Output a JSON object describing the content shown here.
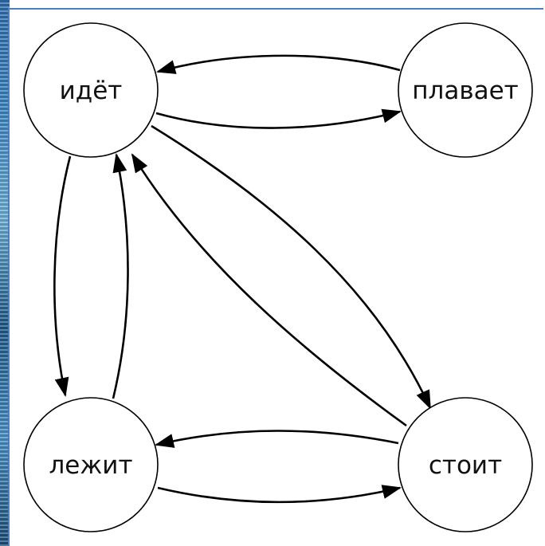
{
  "nodes": {
    "walks": "идёт",
    "swims": "плавает",
    "lies": "лежит",
    "stands": "стоит"
  },
  "edges": [
    {
      "from": "плавает",
      "to": "идёт"
    },
    {
      "from": "идёт",
      "to": "плавает"
    },
    {
      "from": "идёт",
      "to": "лежит"
    },
    {
      "from": "лежит",
      "to": "идёт"
    },
    {
      "from": "идёт",
      "to": "стоит"
    },
    {
      "from": "стоит",
      "to": "идёт"
    },
    {
      "from": "стоит",
      "to": "лежит"
    },
    {
      "from": "лежит",
      "to": "стоит"
    }
  ],
  "colors": {
    "node_stroke": "#000000",
    "edge": "#000000",
    "card_border": "#4a7fc0"
  }
}
